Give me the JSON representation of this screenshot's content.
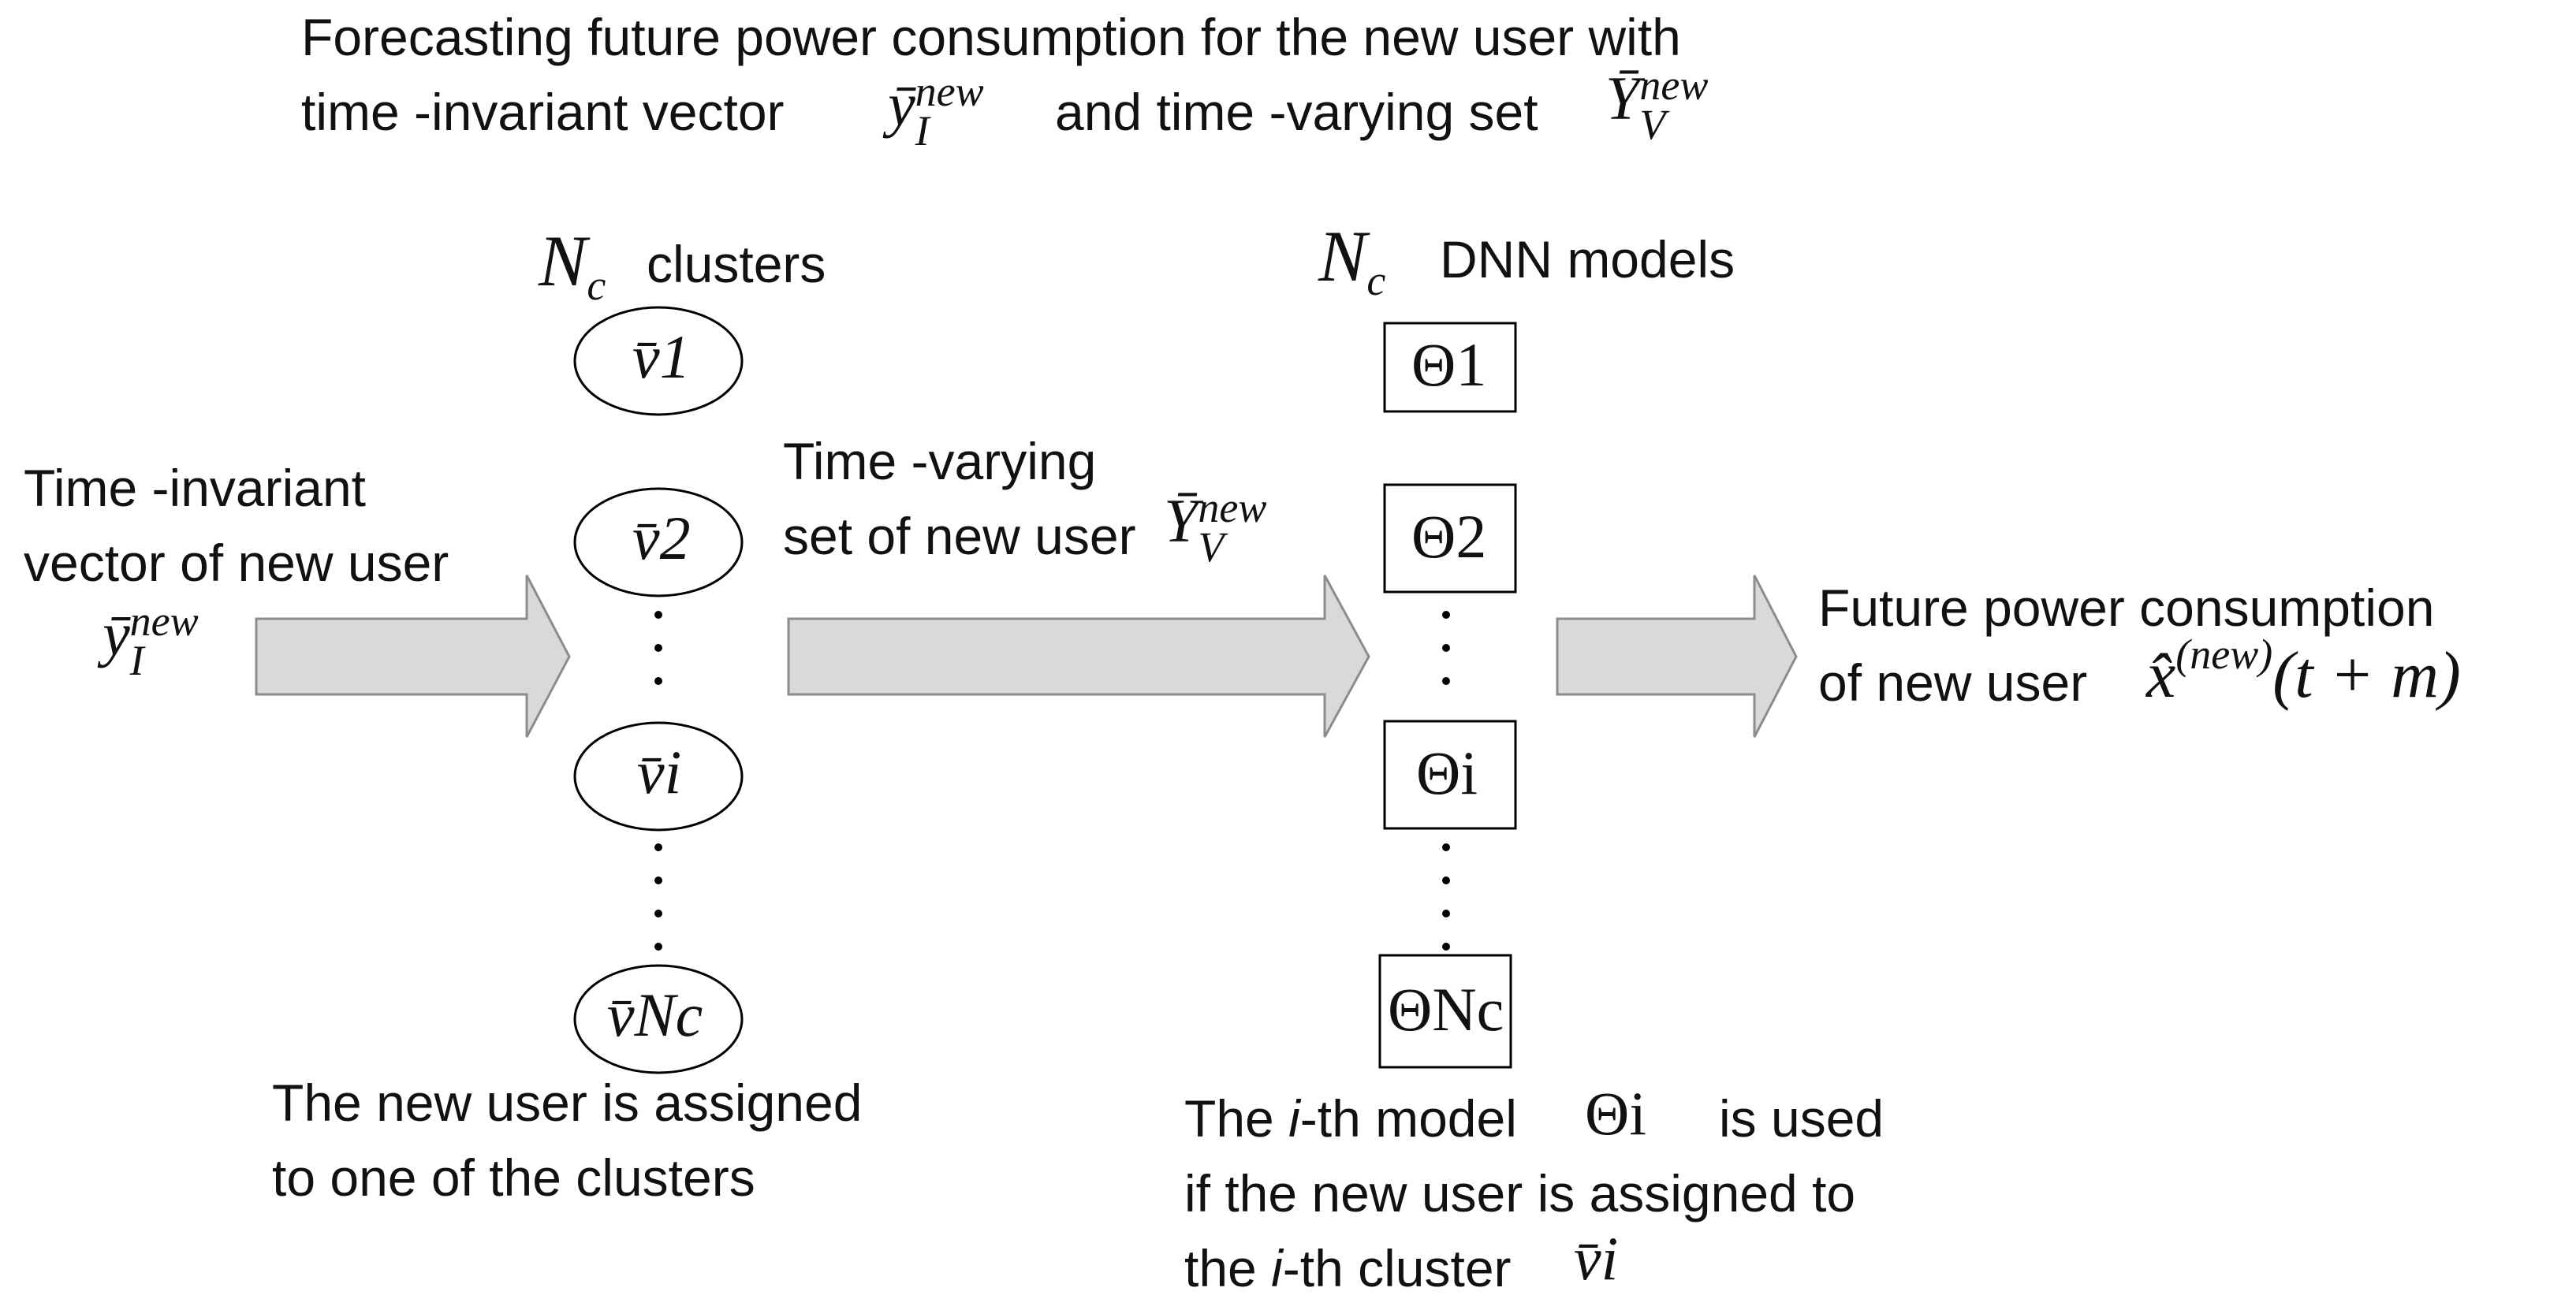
{
  "header": {
    "line1": "Forecasting future power consumption for the new user with",
    "line2_a": "time -invariant vector",
    "line2_b": "and time -varying set"
  },
  "clusters": {
    "title": "clusters",
    "items": [
      "v̄1",
      "v̄2",
      "v̄i",
      "v̄Nc"
    ]
  },
  "models": {
    "title": "DNN models",
    "items": [
      "Θ1",
      "Θ2",
      "Θi",
      "ΘNc"
    ]
  },
  "left_label": {
    "line1": "Time -invariant",
    "line2": "vector of new user"
  },
  "middle_label": {
    "line1": "Time -varying",
    "line2": "set of new user"
  },
  "right_label": {
    "line1": "Future power consumption",
    "line2": "of new user"
  },
  "caption_left": {
    "line1": "The new user is assigned",
    "line2": "to one of the clusters"
  },
  "caption_right": {
    "line1_a": "The ",
    "line1_i": "i",
    "line1_b": "-th model",
    "line1_c": "is  used",
    "line2": "if the new user is assigned to",
    "line3_a": "the ",
    "line3_i": "i",
    "line3_b": "-th cluster"
  },
  "math": {
    "y": "ȳ",
    "Y": "Ȳ",
    "new": "new",
    "I": "I",
    "V": "V",
    "N": "N",
    "c": "c",
    "xhat": "x̂",
    "sup_new": "(new)",
    "tm": "(t + m)"
  },
  "colors": {
    "arrow_fill": "#d9d9d9",
    "arrow_stroke": "#8c8c8c",
    "stroke": "#000000"
  }
}
